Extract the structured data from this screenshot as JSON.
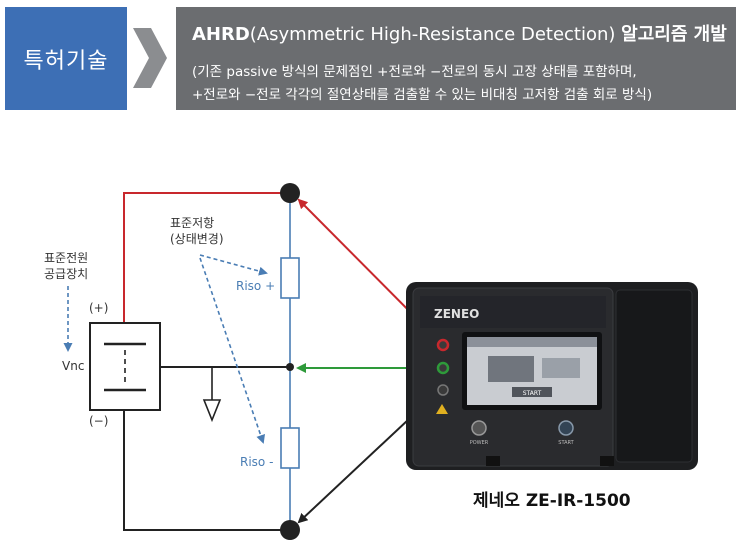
{
  "header": {
    "tag_label": "특허기술",
    "title_bold": "AHRD",
    "title_rest": "(Asymmetric High-Resistance Detection) ",
    "title_suffix": "알고리즘 개발",
    "desc_line1": "(기존 passive 방식의  문제점인 +전로와 −전로의 동시 고장 상태를 포함하며,",
    "desc_line2": "+전로와 −전로 각각의 절연상태를 검출할 수 있는 비대칭 고저항 검출 회로 방식)"
  },
  "diagram": {
    "std_resistor_label_1": "표준저항",
    "std_resistor_label_2": "(상태변경)",
    "std_power_label_1": "표준전원",
    "std_power_label_2": "공급장치",
    "plus_label": "(+)",
    "minus_label": "(−)",
    "vnc_label": "Vnc",
    "riso_plus_label": "Riso +",
    "riso_minus_label": "Riso -",
    "colors": {
      "red_wire": "#c8282d",
      "green_wire": "#2e9a3a",
      "blue_text": "#4a7db4"
    }
  },
  "device": {
    "brand": "ZENEO",
    "screen_button": "START",
    "power_label": "POWER",
    "start_label": "START"
  },
  "caption": "제네오 ZE-IR-1500"
}
